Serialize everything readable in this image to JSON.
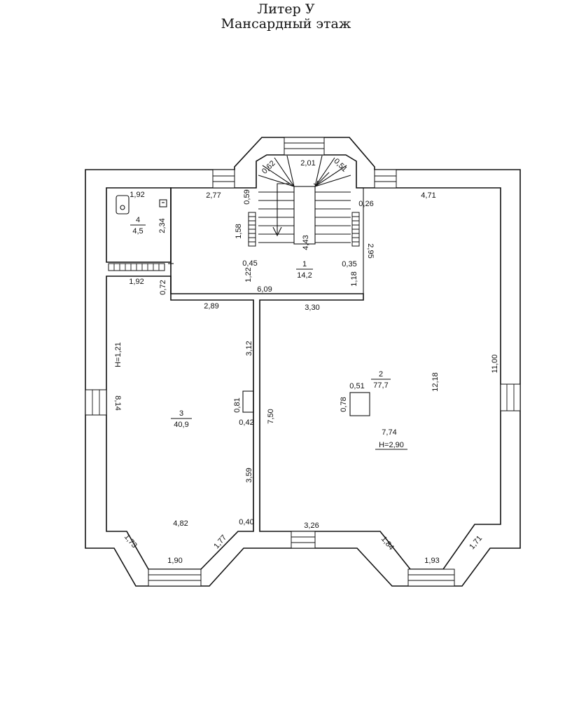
{
  "header": {
    "line1": "Литер У",
    "line2": "Мансардный этаж"
  },
  "rooms": {
    "r1": {
      "number": "1",
      "area": "14,2"
    },
    "r2": {
      "number": "2",
      "area": "77,7",
      "height": "H=2,90"
    },
    "r3": {
      "number": "3",
      "area": "40,9",
      "height": "H=1,21"
    },
    "r4": {
      "number": "4",
      "area": "4,5"
    }
  },
  "dims": {
    "d_201": "2,01",
    "d_062": "0,62",
    "d_051": "0,51",
    "d_277": "2,77",
    "d_059": "0,59",
    "d_158": "1,58",
    "d_443": "4,43",
    "d_045": "0,45",
    "d_122": "1,22",
    "d_609": "6,09",
    "d_035": "0,35",
    "d_118": "1,18",
    "d_295": "2,95",
    "d_026": "0,26",
    "d_471": "4,71",
    "d_192a": "1,92",
    "d_234": "2,34",
    "d_192b": "1,92",
    "d_072": "0,72",
    "d_289": "2,89",
    "d_330": "3,30",
    "d_312": "3,12",
    "d_081": "0,81",
    "d_042": "0,42",
    "d_814": "8,14",
    "d_359": "3,59",
    "d_040": "0,40",
    "d_482": "4,82",
    "d_750": "7,50",
    "d_326": "3,26",
    "d_051b": "0,51",
    "d_078": "0,78",
    "d_774": "7,74",
    "d_1218": "12,18",
    "d_1100": "11,00",
    "d_173": "1,73",
    "d_190": "1,90",
    "d_177": "1,77",
    "d_184": "1,84",
    "d_193": "1,93",
    "d_171": "1,71"
  }
}
